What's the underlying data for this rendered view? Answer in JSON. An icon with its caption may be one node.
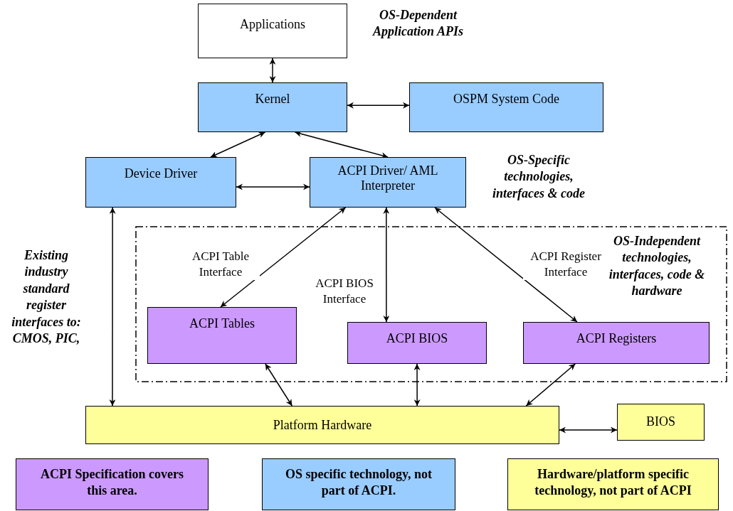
{
  "diagram": {
    "nodes": [
      {
        "text": [
          "Applications"
        ]
      },
      {
        "text": [
          "Kernel"
        ]
      },
      {
        "text": [
          "OSPM System Code"
        ]
      },
      {
        "text": [
          "Device Driver"
        ]
      },
      {
        "text": [
          "ACPI Driver/ AML Interpreter"
        ]
      },
      {
        "text": [
          "OS-Independent technologies, interfaces, code & hardware"
        ]
      },
      {
        "text": [
          "ACPI Tables"
        ],
        "in": 5
      },
      {
        "text": [
          "ACPI BIOS"
        ],
        "in": 5
      },
      {
        "text": [
          "ACPI Registers"
        ],
        "in": 5
      },
      {
        "text": [
          "Platform Hardware"
        ]
      },
      {
        "text": [
          "BIOS"
        ]
      }
    ],
    "edges": [
      {
        "from": 0,
        "to": 1,
        "arrow": "both"
      },
      {
        "from": 1,
        "to": 2,
        "arrow": "both"
      },
      {
        "from": 1,
        "to": 3,
        "arrow": "both"
      },
      {
        "from": 1,
        "to": 4,
        "arrow": "both"
      },
      {
        "from": 3,
        "to": 4,
        "arrow": "both"
      },
      {
        "from": 4,
        "to": 6,
        "arrow": "both",
        "label": "ACPI Table Interface"
      },
      {
        "from": 4,
        "to": 7,
        "arrow": "both",
        "label": "ACPI BIOS Interface"
      },
      {
        "from": 4,
        "to": 8,
        "arrow": "both",
        "label": "ACPI Register Interface"
      },
      {
        "from": 3,
        "to": 9,
        "arrow": "both"
      },
      {
        "from": 6,
        "to": 9,
        "arrow": "both"
      },
      {
        "from": 7,
        "to": 9,
        "arrow": "both"
      },
      {
        "from": 8,
        "to": 9,
        "arrow": "both"
      },
      {
        "from": 9,
        "to": 10,
        "arrow": "both"
      }
    ],
    "labels": [
      "OS-Dependent Application APIs",
      "OS-Specific technologies, interfaces & code",
      "Existing industry standard register interfaces to: CMOS, PIC,"
    ],
    "legend": [
      {
        "text": "ACPI Specification covers this area.",
        "color": "#cc99ff"
      },
      {
        "text": "OS specific technology, not part of ACPI.",
        "color": "#99ccff"
      },
      {
        "text": "Hardware/platform specific technology, not part of ACPI",
        "color": "#ffff99"
      }
    ]
  }
}
